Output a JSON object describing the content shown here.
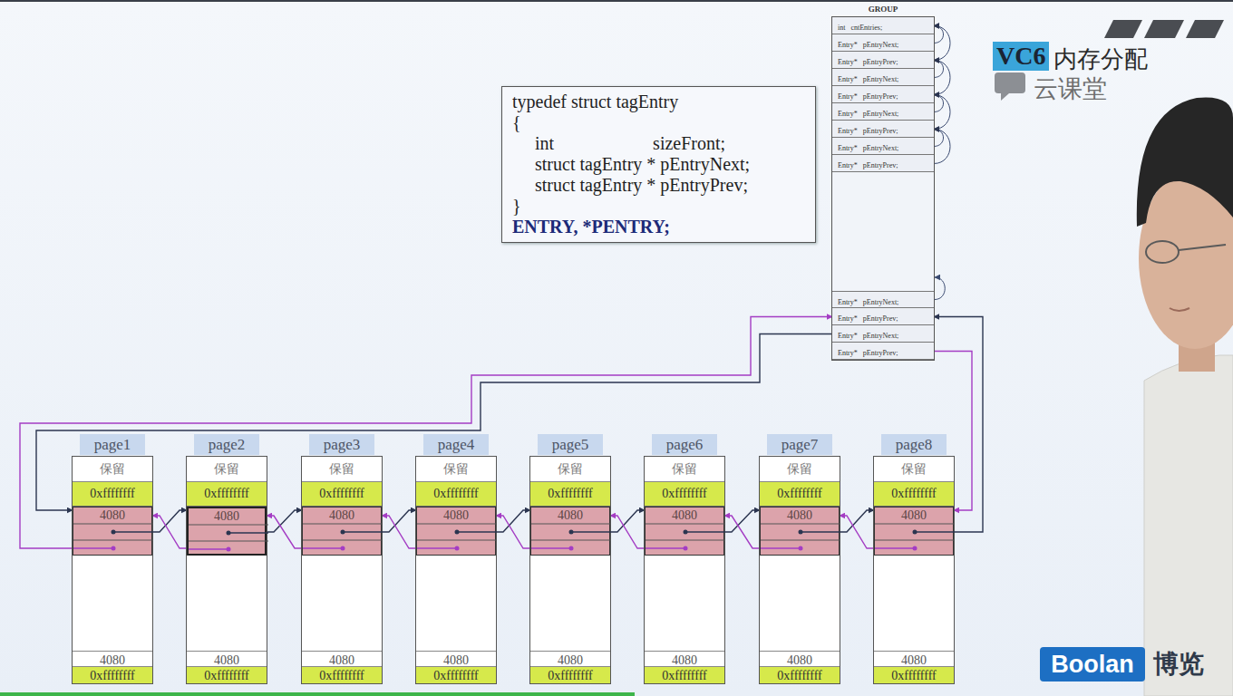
{
  "diagram": {
    "nodes": [
      {
        "text": [
          "typedef struct tagEntry",
          "{",
          "int sizeFront;",
          "struct tagEntry * pEntryNext;",
          "struct tagEntry * pEntryPrev;",
          "}",
          "ENTRY, *PENTRY;"
        ]
      },
      {
        "text": [
          "GROUP"
        ]
      },
      {
        "text": [
          "int cntEntries;"
        ],
        "in": 1
      },
      {
        "text": [
          "Entry* pEntryNext;"
        ],
        "in": 1
      },
      {
        "text": [
          "Entry* pEntryPrev;"
        ],
        "in": 1
      },
      {
        "text": [
          "Entry* pEntryNext;"
        ],
        "in": 1
      },
      {
        "text": [
          "Entry* pEntryPrev;"
        ],
        "in": 1
      },
      {
        "text": [
          "Entry* pEntryNext;"
        ],
        "in": 1
      },
      {
        "text": [
          "Entry* pEntryPrev;"
        ],
        "in": 1
      },
      {
        "text": [
          "Entry* pEntryNext;"
        ],
        "in": 1
      },
      {
        "text": [
          "Entry* pEntryPrev;"
        ],
        "in": 1
      },
      {
        "text": [
          "Entry* pEntryNext;"
        ],
        "in": 1
      },
      {
        "text": [
          "Entry* pEntryPrev;"
        ],
        "in": 1
      },
      {
        "text": [
          "Entry* pEntryNext;"
        ],
        "in": 1
      },
      {
        "text": [
          "Entry* pEntryPrev;"
        ],
        "in": 1
      },
      {
        "text": [
          "page1"
        ]
      },
      {
        "text": [
          "保留"
        ],
        "in": 15
      },
      {
        "text": [
          "0xffffffff"
        ],
        "in": 15
      },
      {
        "text": [
          "4080"
        ],
        "in": 15
      },
      {
        "text": [
          "4080"
        ],
        "in": 15
      },
      {
        "text": [
          "0xffffffff"
        ],
        "in": 15
      },
      {
        "text": [
          "page2"
        ]
      },
      {
        "text": [
          "保留"
        ],
        "in": 21
      },
      {
        "text": [
          "0xffffffff"
        ],
        "in": 21
      },
      {
        "text": [
          "4080"
        ],
        "in": 21
      },
      {
        "text": [
          "4080"
        ],
        "in": 21
      },
      {
        "text": [
          "0xffffffff"
        ],
        "in": 21
      },
      {
        "text": [
          "page3"
        ]
      },
      {
        "text": [
          "保留"
        ],
        "in": 27
      },
      {
        "text": [
          "0xffffffff"
        ],
        "in": 27
      },
      {
        "text": [
          "4080"
        ],
        "in": 27
      },
      {
        "text": [
          "4080"
        ],
        "in": 27
      },
      {
        "text": [
          "0xffffffff"
        ],
        "in": 27
      },
      {
        "text": [
          "page4"
        ]
      },
      {
        "text": [
          "保留"
        ],
        "in": 33
      },
      {
        "text": [
          "0xffffffff"
        ],
        "in": 33
      },
      {
        "text": [
          "4080"
        ],
        "in": 33
      },
      {
        "text": [
          "4080"
        ],
        "in": 33
      },
      {
        "text": [
          "0xffffffff"
        ],
        "in": 33
      },
      {
        "text": [
          "page5"
        ]
      },
      {
        "text": [
          "保留"
        ],
        "in": 39
      },
      {
        "text": [
          "0xffffffff"
        ],
        "in": 39
      },
      {
        "text": [
          "4080"
        ],
        "in": 39
      },
      {
        "text": [
          "4080"
        ],
        "in": 39
      },
      {
        "text": [
          "0xffffffff"
        ],
        "in": 39
      },
      {
        "text": [
          "page6"
        ]
      },
      {
        "text": [
          "保留"
        ],
        "in": 45
      },
      {
        "text": [
          "0xffffffff"
        ],
        "in": 45
      },
      {
        "text": [
          "4080"
        ],
        "in": 45
      },
      {
        "text": [
          "4080"
        ],
        "in": 45
      },
      {
        "text": [
          "0xffffffff"
        ],
        "in": 45
      },
      {
        "text": [
          "page7"
        ]
      },
      {
        "text": [
          "保留"
        ],
        "in": 51
      },
      {
        "text": [
          "0xffffffff"
        ],
        "in": 51
      },
      {
        "text": [
          "4080"
        ],
        "in": 51
      },
      {
        "text": [
          "4080"
        ],
        "in": 51
      },
      {
        "text": [
          "0xffffffff"
        ],
        "in": 51
      },
      {
        "text": [
          "page8"
        ]
      },
      {
        "text": [
          "保留"
        ],
        "in": 57
      },
      {
        "text": [
          "0xffffffff"
        ],
        "in": 57
      },
      {
        "text": [
          "4080"
        ],
        "in": 57
      },
      {
        "text": [
          "4080"
        ],
        "in": 57
      },
      {
        "text": [
          "0xffffffff"
        ],
        "in": 57
      }
    ],
    "edges": [
      {
        "from": 3,
        "to": 2,
        "arrow": "to"
      },
      {
        "from": 4,
        "to": 2,
        "arrow": "to"
      },
      {
        "from": 5,
        "to": 4,
        "arrow": "to"
      },
      {
        "from": 6,
        "to": 4,
        "arrow": "to"
      },
      {
        "from": 7,
        "to": 6,
        "arrow": "to"
      },
      {
        "from": 8,
        "to": 6,
        "arrow": "to"
      },
      {
        "from": 9,
        "to": 8,
        "arrow": "to"
      },
      {
        "from": 10,
        "to": 8,
        "arrow": "to"
      },
      {
        "from": 13,
        "to": 18,
        "arrow": "to"
      },
      {
        "from": 18,
        "to": 12,
        "arrow": "to"
      },
      {
        "from": 14,
        "to": 60,
        "arrow": "to"
      },
      {
        "from": 60,
        "to": 12,
        "arrow": "to"
      },
      {
        "from": 18,
        "to": 24,
        "arrow": "to"
      },
      {
        "from": 24,
        "to": 18,
        "arrow": "to"
      },
      {
        "from": 24,
        "to": 30,
        "arrow": "to"
      },
      {
        "from": 30,
        "to": 24,
        "arrow": "to"
      },
      {
        "from": 30,
        "to": 36,
        "arrow": "to"
      },
      {
        "from": 36,
        "to": 30,
        "arrow": "to"
      },
      {
        "from": 36,
        "to": 42,
        "arrow": "to"
      },
      {
        "from": 42,
        "to": 36,
        "arrow": "to"
      },
      {
        "from": 42,
        "to": 48,
        "arrow": "to"
      },
      {
        "from": 48,
        "to": 42,
        "arrow": "to"
      },
      {
        "from": 48,
        "to": 54,
        "arrow": "to"
      },
      {
        "from": 54,
        "to": 48,
        "arrow": "to"
      },
      {
        "from": 54,
        "to": 60,
        "arrow": "to"
      },
      {
        "from": 60,
        "to": 54,
        "arrow": "to"
      }
    ],
    "labels": [
      "VC6",
      "内存分配",
      "云课堂",
      "Boolan",
      "博览"
    ]
  }
}
